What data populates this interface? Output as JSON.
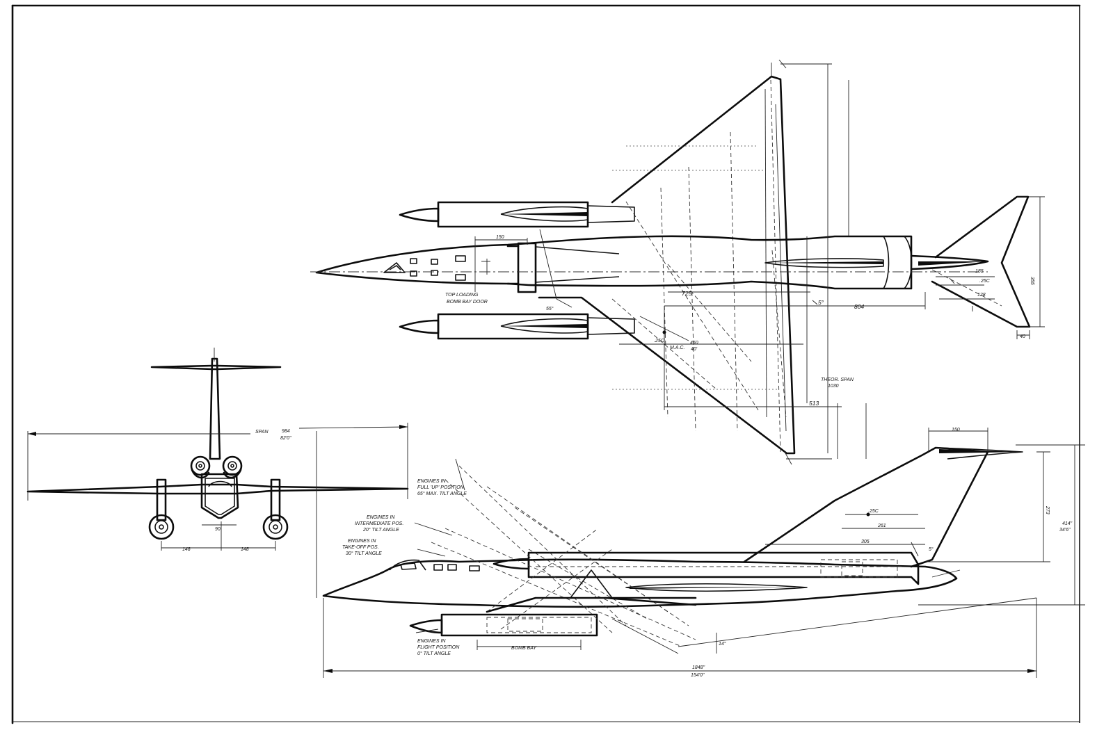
{
  "drawing": {
    "colors": {
      "line": "#0c0c0c",
      "paper": "#ffffff"
    },
    "planform": {
      "top_loading_1": "TOP LOADING",
      "top_loading_2": "BOMB BAY DOOR",
      "dim_150": "150",
      "dim_725": "725",
      "dim_804": "804",
      "dim_185": "185",
      "dim_25c_tail": ".25C",
      "dim_128": "128",
      "dim_355": "355",
      "dim_40": "40",
      "dim_5deg": "5°",
      "dim_55deg": "55°",
      "dim_25c_wing": ".25C",
      "mac_label": "M.A.C.",
      "mac_val1": "460",
      "mac_val2": "40'",
      "theor_span_1": "THEOR. SPAN",
      "theor_span_2": "1030",
      "dim_513": "513"
    },
    "front_view": {
      "span_label": "SPAN",
      "span_val1": "984",
      "span_val2": "82'0\"",
      "dim_90": "90",
      "dim_148_left": "148",
      "dim_148_right": "148"
    },
    "side_view": {
      "engines_full_1": "ENGINES IN",
      "engines_full_2": "FULL 'UP' POSITION",
      "engines_full_3": "65° MAX. TILT ANGLE",
      "engines_int_1": "ENGINES IN",
      "engines_int_2": "INTERMEDIATE POS.",
      "engines_int_3": "20° TILT ANGLE",
      "engines_to_1": "ENGINES IN",
      "engines_to_2": "TAKE-OFF POS.",
      "engines_to_3": "30° TILT ANGLE",
      "engines_fl_1": "ENGINES IN",
      "engines_fl_2": "FLIGHT POSITION",
      "engines_fl_3": "0° TILT ANGLE",
      "dim_150": "150",
      "dim_25c": ".25C",
      "dim_261": "261",
      "dim_305": "305",
      "dim_5deg": "5°",
      "dim_273": "273",
      "dim_414_1": "414\"",
      "dim_414_2": "34'6\"",
      "bomb_bay": "BOMB BAY",
      "dim_14deg": "14°",
      "length_1": "1848\"",
      "length_2": "154'0\""
    }
  }
}
